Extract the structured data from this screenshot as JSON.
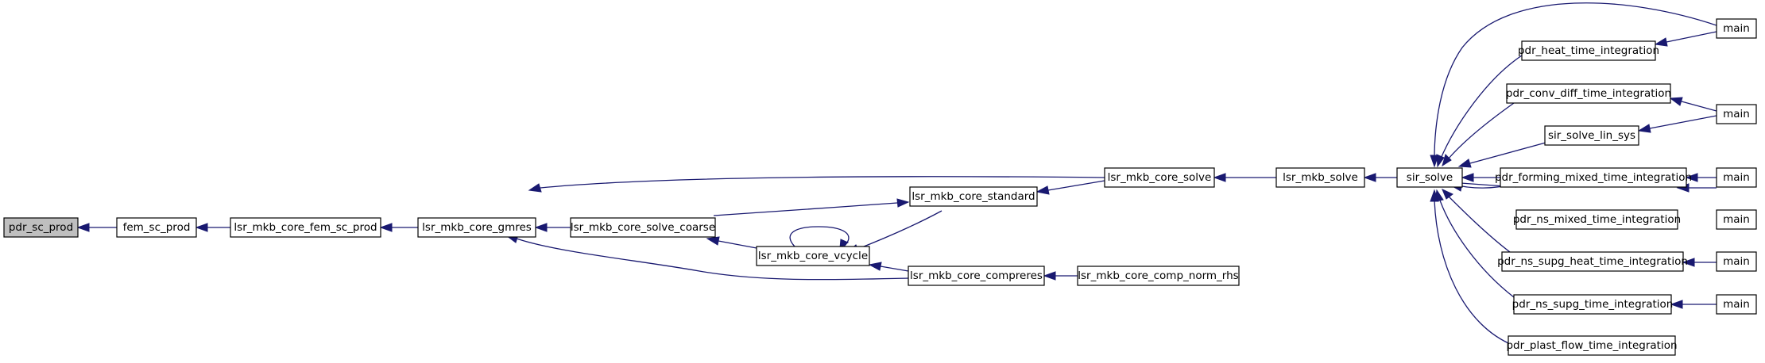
{
  "graph": {
    "colors": {
      "edge": "#191970",
      "node_border": "#000000",
      "node_fill": "#ffffff",
      "root_fill": "#bfbfbf"
    },
    "nodes": {
      "pdr_sc_prod": "pdr_sc_prod",
      "fem_sc_prod": "fem_sc_prod",
      "lsr_mkb_core_fem_sc_prod": "lsr_mkb_core_fem_sc_prod",
      "lsr_mkb_core_gmres": "lsr_mkb_core_gmres",
      "lsr_mkb_core_solve_coarse": "lsr_mkb_core_solve_coarse",
      "lsr_mkb_core_vcycle": "lsr_mkb_core_vcycle",
      "lsr_mkb_core_standard": "lsr_mkb_core_standard",
      "lsr_mkb_core_compreres": "lsr_mkb_core_compreres",
      "lsr_mkb_core_comp_norm_rhs": "lsr_mkb_core_comp_norm_rhs",
      "lsr_mkb_core_solve": "lsr_mkb_core_solve",
      "lsr_mkb_solve": "lsr_mkb_solve",
      "sir_solve": "sir_solve",
      "pdr_heat_time_integration": "pdr_heat_time_integration",
      "pdr_conv_diff_time_integration": "pdr_conv_diff_time_integration",
      "sir_solve_lin_sys": "sir_solve_lin_sys",
      "pdr_forming_mixed_time_integration": "pdr_forming_mixed_time_integration",
      "pdr_ns_mixed_time_integration": "pdr_ns_mixed_time_integration",
      "pdr_ns_supg_heat_time_integration": "pdr_ns_supg_heat_time_integration",
      "pdr_ns_supg_time_integration": "pdr_ns_supg_time_integration",
      "pdr_plast_flow_time_integration": "pdr_plast_flow_time_integration",
      "main_1": "main",
      "main_2": "main",
      "main_3": "main",
      "main_4": "main",
      "main_5": "main",
      "main_6": "main"
    }
  }
}
